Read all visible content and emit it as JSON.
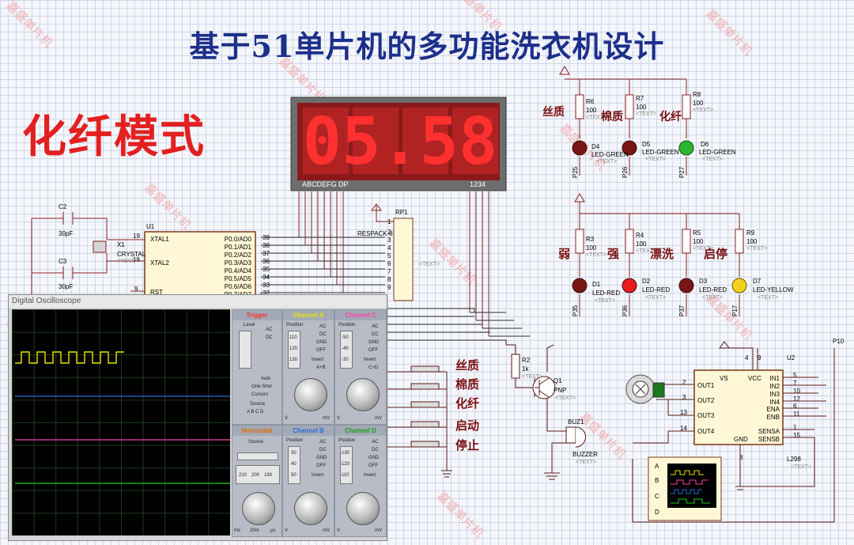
{
  "title": "基于51单片机的多功能洗衣机设计",
  "mode_label": "化纤模式",
  "watermark": "嘉盛单片机",
  "display": {
    "digits": "05.58",
    "segment_label": "ABCDEFG DP",
    "digit_label": "1234"
  },
  "components": {
    "u1": {
      "ref": "U1",
      "pins": [
        "XTAL1",
        "XTAL2",
        "RST"
      ],
      "ports": [
        "P0.0/AD0",
        "P0.1/AD1",
        "P0.2/AD2",
        "P0.3/AD3",
        "P0.4/AD4",
        "P0.5/AD5",
        "P0.6/AD6",
        "P0.7/AD7"
      ],
      "pin_numbers": [
        "39",
        "38",
        "37",
        "36",
        "35",
        "34",
        "33",
        "32"
      ],
      "xtal_pins": [
        "19",
        "18",
        "9"
      ]
    },
    "c2": {
      "ref": "C2",
      "value": "30pF"
    },
    "c3": {
      "ref": "C3",
      "value": "30pF"
    },
    "x1": {
      "ref": "X1",
      "type": "CRYSTAL",
      "text": "<TEXT>"
    },
    "rp1": {
      "ref": "RP1",
      "type": "RESPACK-8",
      "text": "<TEXT>",
      "pins": [
        "1",
        "2",
        "3",
        "4",
        "5",
        "6",
        "7",
        "8",
        "9"
      ]
    },
    "r_top": [
      {
        "ref": "R6",
        "value": "100",
        "text": "<TEXT>"
      },
      {
        "ref": "R7",
        "value": "100",
        "text": "<TEXT>"
      },
      {
        "ref": "R8",
        "value": "100",
        "text": "<TEXT>"
      }
    ],
    "led_top": [
      {
        "ref": "D4",
        "type": "LED-GREEN",
        "text": "<TEXT>",
        "pin": "P25",
        "color": "#7a1515"
      },
      {
        "ref": "D5",
        "type": "LED-GREEN",
        "text": "<TEXT>",
        "pin": "P26",
        "color": "#7a1515"
      },
      {
        "ref": "D6",
        "type": "LED-GREEN",
        "text": "<TEXT>",
        "pin": "P27",
        "color": "#2db52d"
      }
    ],
    "labels_top": [
      "丝质",
      "棉质",
      "化纤"
    ],
    "r_mid": [
      {
        "ref": "R3",
        "value": "100",
        "text": "<TEXT>"
      },
      {
        "ref": "R4",
        "value": "100",
        "text": "<TEXT>"
      },
      {
        "ref": "R5",
        "value": "100",
        "text": "<TEXT>"
      },
      {
        "ref": "R9",
        "value": "100",
        "text": "<TEXT>"
      }
    ],
    "led_mid": [
      {
        "ref": "D1",
        "type": "LED-RED",
        "text": "<TEXT>",
        "pin": "P35",
        "color": "#7a1515"
      },
      {
        "ref": "D2",
        "type": "LED-RED",
        "text": "<TEXT>",
        "pin": "P36",
        "color": "#e81b1b"
      },
      {
        "ref": "D3",
        "type": "LED-RED",
        "text": "<TEXT>",
        "pin": "P37",
        "color": "#7a1515"
      },
      {
        "ref": "D7",
        "type": "LED-YELLOW",
        "text": "<TEXT>",
        "pin": "P17",
        "color": "#f1d21c"
      }
    ],
    "labels_mid": [
      "弱",
      "强",
      "漂洗",
      "启停"
    ],
    "switch_labels": [
      "丝质",
      "棉质",
      "化纤",
      "启动",
      "停止"
    ],
    "r2": {
      "ref": "R2",
      "value": "1k",
      "text": "<TEXT>"
    },
    "q1": {
      "ref": "Q1",
      "type": "PNP",
      "text": "<TEXT>"
    },
    "buz1": {
      "ref": "BUZ1",
      "type": "BUZZER",
      "text": "<TEXT>"
    },
    "u2": {
      "ref": "U2",
      "type": "L298",
      "text": "<TEXT>",
      "pins_left": [
        "VS",
        "OUT1",
        "OUT2",
        "OUT3",
        "OUT4"
      ],
      "pins_right": [
        "VCC",
        "IN1",
        "IN2",
        "IN3",
        "IN4",
        "ENA",
        "ENB",
        "SENSA",
        "SENSB"
      ],
      "gnd": "GND",
      "p10": "P10",
      "pin_numbers_left": [
        "4",
        "2",
        "3",
        "13",
        "14"
      ],
      "pin_numbers_right": [
        "9",
        "5",
        "7",
        "10",
        "12",
        "6",
        "11",
        "1",
        "15",
        "8"
      ]
    },
    "logic": {
      "channels": [
        "A",
        "B",
        "C",
        "D"
      ]
    }
  },
  "oscilloscope": {
    "title": "Digital Oscilloscope",
    "trigger": {
      "label": "Trigger",
      "level": "Level",
      "ac": "AC",
      "dc": "DC",
      "auto": "Auto",
      "one_shot": "One-Shot",
      "cursors": "Cursors",
      "source": "Source",
      "abcd": "A B C D"
    },
    "channel_a": {
      "label": "Channel A",
      "position": "Position",
      "values": [
        "110",
        "120",
        "130"
      ],
      "ac": "AC",
      "dc": "DC",
      "gnd": "GND",
      "off": "OFF",
      "invert": "Invert",
      "mode": "A+B"
    },
    "channel_c": {
      "label": "Channel C",
      "position": "Position",
      "values": [
        "-50",
        "-40",
        "-30"
      ],
      "ac": "AC",
      "dc": "DC",
      "gnd": "GND",
      "off": "OFF",
      "invert": "Invert",
      "mode": "C+D"
    },
    "horizontal": {
      "label": "Horizontal",
      "source": "Source",
      "values": [
        "210",
        "200",
        "190"
      ],
      "units": [
        "ms",
        "20m",
        "μs"
      ]
    },
    "channel_b": {
      "label": "Channel B",
      "position": "Position",
      "values": [
        "30",
        "40",
        "50"
      ],
      "ac": "AC",
      "dc": "DC",
      "gnd": "GND",
      "off": "OFF",
      "invert": "Invert"
    },
    "channel_d": {
      "label": "Channel D",
      "position": "Position",
      "values": [
        "-130",
        "-120",
        "-110"
      ],
      "ac": "AC",
      "dc": "DC",
      "gnd": "GND",
      "off": "OFF",
      "invert": "Invert"
    },
    "units": {
      "mv": "mV",
      "v": "V"
    },
    "colors": {
      "trigger": "#e33",
      "channel_a": "#e6e600",
      "channel_c": "#ff3fa9",
      "horizontal": "#e06a00",
      "channel_b": "#2a6bd8",
      "channel_d": "#19a019"
    }
  }
}
